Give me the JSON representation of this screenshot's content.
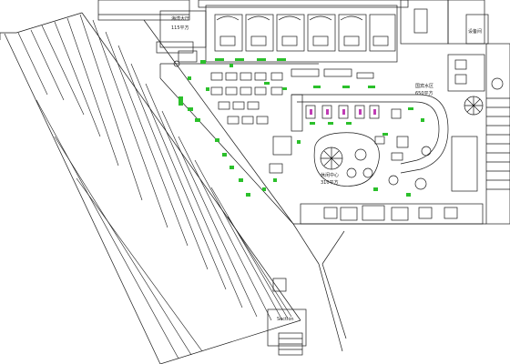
{
  "labels": {
    "lobby_name": "海湾大厅",
    "lobby_area": "115平方",
    "pool_name": "国宾水区",
    "pool_area": "650平方",
    "hall_name": "休闲中心",
    "hall_area": "310平方",
    "equipment_room": "设备间",
    "corridor_label": "Section"
  },
  "colors": {
    "line": "#1a1a1a",
    "accent": "#2bc02b"
  }
}
